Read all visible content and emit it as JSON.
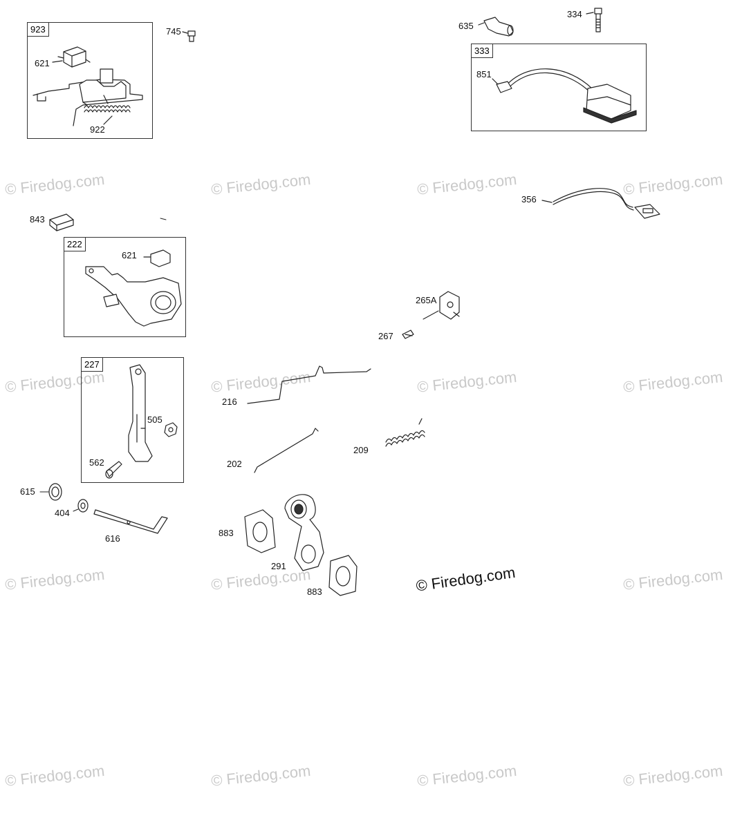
{
  "watermark": "© Firedog.com",
  "callouts": {
    "p923": "923",
    "p621a": "621",
    "p922": "922",
    "p745": "745",
    "p635": "635",
    "p334": "334",
    "p333": "333",
    "p851": "851",
    "p356": "356",
    "p843": "843",
    "p222": "222",
    "p621b": "621",
    "p265a": "265A",
    "p267": "267",
    "p227": "227",
    "p505": "505",
    "p562": "562",
    "p216": "216",
    "p209": "209",
    "p202": "202",
    "p615": "615",
    "p404": "404",
    "p616": "616",
    "p883a": "883",
    "p291": "291",
    "p883b": "883"
  },
  "colors": {
    "line": "#222222",
    "watermark": "#c9c9c9",
    "text": "#111111"
  }
}
